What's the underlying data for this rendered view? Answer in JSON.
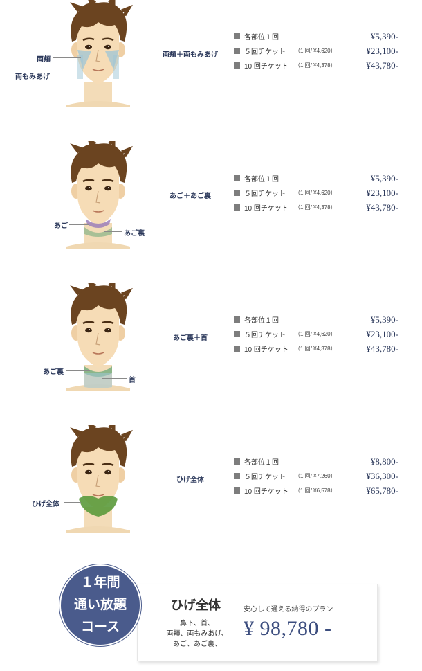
{
  "sections": [
    {
      "area_name": "両頬＋両もみあげ",
      "labels": [
        "両頬",
        "両もみあげ"
      ],
      "plans": [
        {
          "label": "各部位１回",
          "per_unit": "",
          "price": "¥5,390-"
        },
        {
          "label": "５回チケット",
          "per_unit": "（1 回/ ¥4,620）",
          "price": "¥23,100-"
        },
        {
          "label": "10 回チケット",
          "per_unit": "（1 回/ ¥4,378）",
          "price": "¥43,780-"
        }
      ]
    },
    {
      "area_name": "あご＋あご裏",
      "labels": [
        "あご",
        "あご裏"
      ],
      "plans": [
        {
          "label": "各部位１回",
          "per_unit": "",
          "price": "¥5,390-"
        },
        {
          "label": "５回チケット",
          "per_unit": "（1 回/ ¥4,620）",
          "price": "¥23,100-"
        },
        {
          "label": "10 回チケット",
          "per_unit": "（1 回/ ¥4,378）",
          "price": "¥43,780-"
        }
      ]
    },
    {
      "area_name": "あご裏＋首",
      "labels": [
        "あご裏",
        "首"
      ],
      "plans": [
        {
          "label": "各部位１回",
          "per_unit": "",
          "price": "¥5,390-"
        },
        {
          "label": "５回チケット",
          "per_unit": "（1 回/ ¥4,620）",
          "price": "¥23,100-"
        },
        {
          "label": "10 回チケット",
          "per_unit": "（1 回/ ¥4,378）",
          "price": "¥43,780-"
        }
      ]
    },
    {
      "area_name": "ひげ全体",
      "labels": [
        "ひげ全体"
      ],
      "plans": [
        {
          "label": "各部位１回",
          "per_unit": "",
          "price": "¥8,800-"
        },
        {
          "label": "５回チケット",
          "per_unit": "（1 回/ ¥7,260）",
          "price": "¥36,300-"
        },
        {
          "label": "10 回チケット",
          "per_unit": "（1 回/ ¥6,578）",
          "price": "¥65,780-"
        }
      ]
    }
  ],
  "course": {
    "badge_lines": [
      "１年間",
      "通い放題",
      "コース"
    ],
    "title": "ひげ全体",
    "parts_lines": [
      "鼻下、首、",
      "両頬、両もみあげ、",
      "あご、あご裏、"
    ],
    "tagline": "安心して通える納得のプラン",
    "price": "¥ 98,780 -"
  },
  "colors": {
    "navy": "#2d3a5c",
    "badge": "#4a5b8c",
    "highlight_blue": "#9ec6d6",
    "highlight_purple": "#9b7fb8",
    "highlight_green": "#6aaa7a",
    "beard_green": "#5b9a3c"
  }
}
